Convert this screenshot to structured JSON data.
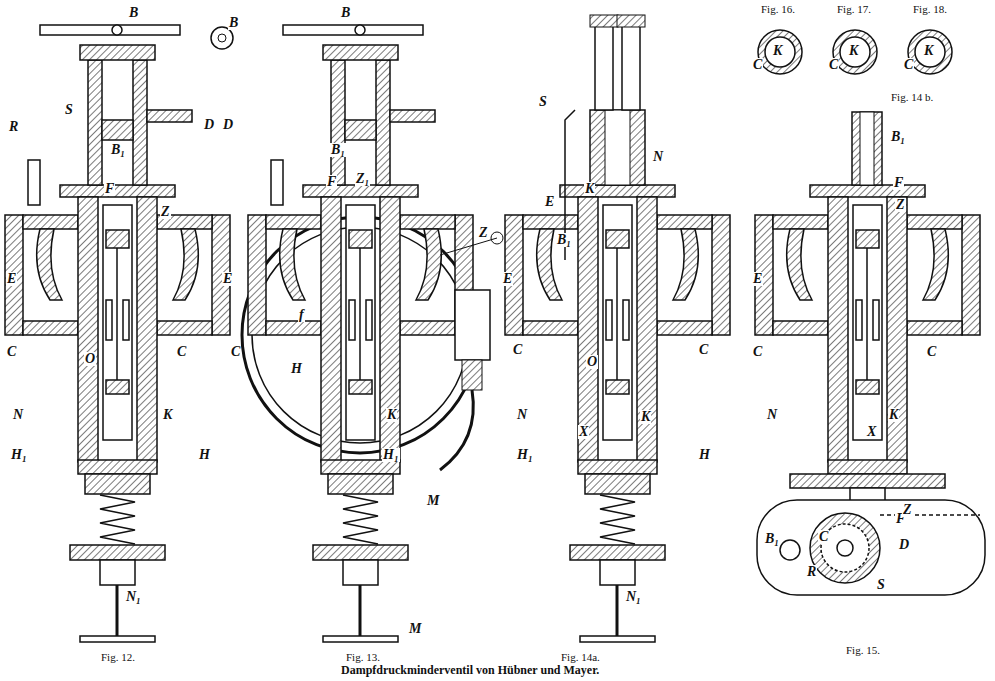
{
  "diagram": {
    "caption": "Dampfdruckminderventil von Hübner und Mayer.",
    "labels": [
      "Fig. 12.",
      "Fig. 13.",
      "Fig. 14a.",
      "Fig. 16.",
      "Fig. 17.",
      "Fig. 18.",
      "Fig. 14 b.",
      "Fig. 15.",
      "B",
      "B",
      "R",
      "S",
      "D",
      "B₁",
      "F",
      "Z",
      "E",
      "C",
      "O",
      "C",
      "N",
      "K",
      "H₁",
      "H",
      "N₁",
      "B",
      "D",
      "B₁",
      "F",
      "Z₁",
      "Z",
      "E",
      "C",
      "f",
      "H",
      "K",
      "H₁",
      "M",
      "M",
      "S",
      "N",
      "E",
      "K",
      "B₁",
      "E",
      "C",
      "O",
      "C",
      "N",
      "K",
      "X",
      "H₁",
      "H",
      "N₁",
      "C",
      "K",
      "C",
      "K",
      "C",
      "K",
      "B₁",
      "F",
      "Z",
      "E",
      "C",
      "C",
      "N",
      "K",
      "X",
      "F",
      "Z",
      "B₁",
      "C",
      "D",
      "R",
      "S"
    ]
  }
}
